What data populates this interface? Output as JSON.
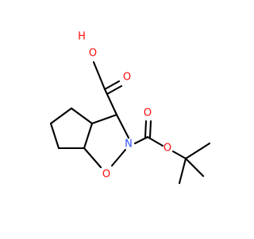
{
  "molecule": {
    "atoms": {
      "hydroxyl_h": "H",
      "hydroxyl_o": "O",
      "carbonyl_o_acid": "O",
      "nitrogen": "N",
      "ring_oxygen": "O",
      "carbonyl_o_ester": "O",
      "ester_o": "O"
    },
    "colors": {
      "bond": "#000000",
      "oxygen": "#ff0d0d",
      "nitrogen": "#3050f8",
      "background": "#ffffff"
    }
  }
}
